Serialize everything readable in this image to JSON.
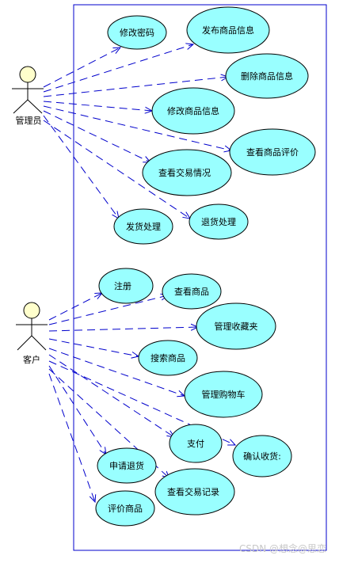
{
  "colors": {
    "system_border": "#0000cc",
    "association_line": "#0000cc",
    "usecase_fill": "#99ffff",
    "usecase_stroke": "#000000",
    "actor_head_fill": "#ffffcc",
    "actor_stroke": "#000000",
    "watermark": "#c8c8c8"
  },
  "actors": [
    {
      "id": "admin",
      "label": "管理员",
      "use_cases": [
        "修改密码",
        "发布商品信息",
        "删除商品信息",
        "修改商品信息",
        "查看商品评价",
        "查看交易情况",
        "发货处理",
        "退货处理"
      ]
    },
    {
      "id": "customer",
      "label": "客户",
      "use_cases": [
        "注册",
        "查看商品",
        "管理收藏夹",
        "搜索商品",
        "管理购物车",
        "支付",
        "确认收货:",
        "申请退货",
        "查看交易记录",
        "评价商品"
      ]
    }
  ],
  "watermark": "CSDN @想念@思恋"
}
